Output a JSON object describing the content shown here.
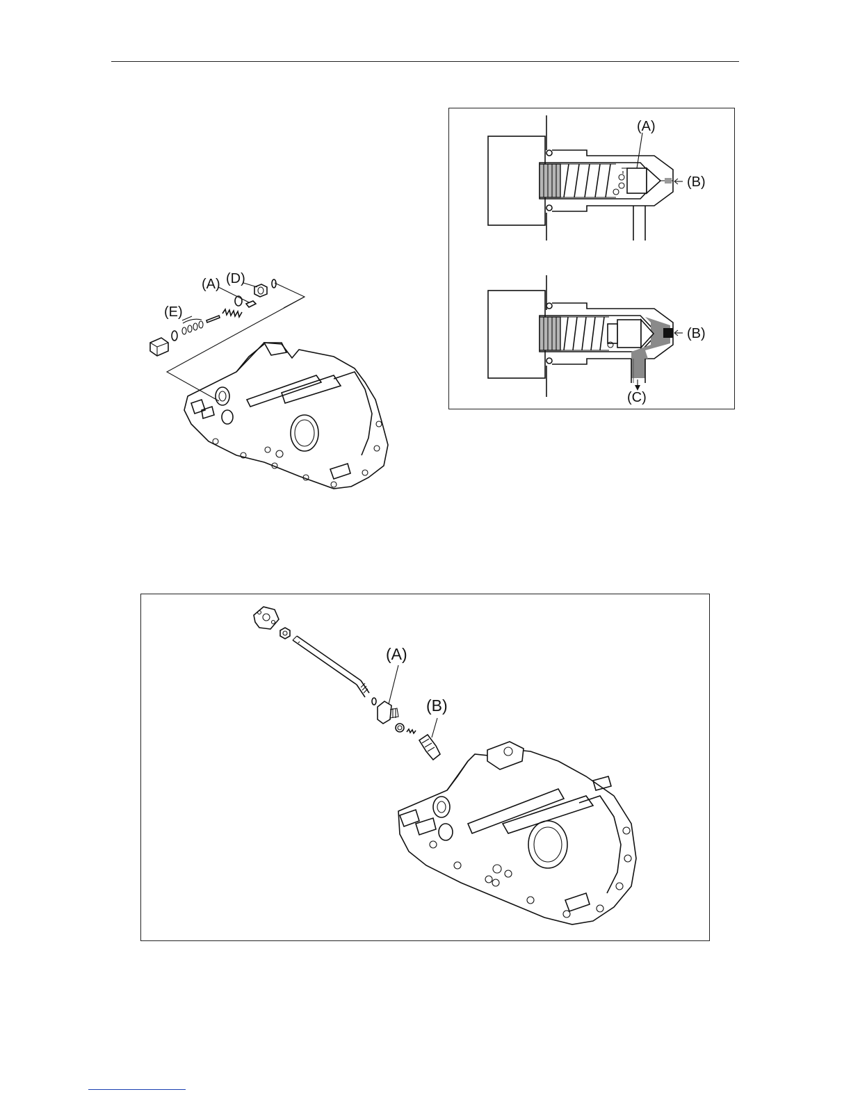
{
  "figure_exploded_small": {
    "labels": {
      "a": "(A)",
      "d": "(D)",
      "e": "(E)"
    }
  },
  "figure_relief_valve": {
    "labels": {
      "a": "(A)",
      "b_top": "(B)",
      "b_bottom": "(B)",
      "c": "(C)"
    }
  },
  "figure_exploded_large": {
    "labels": {
      "a": "(A)",
      "b": "(B)"
    }
  },
  "colors": {
    "line": "#111111",
    "footer_link_rule": "#1a3fb0"
  }
}
